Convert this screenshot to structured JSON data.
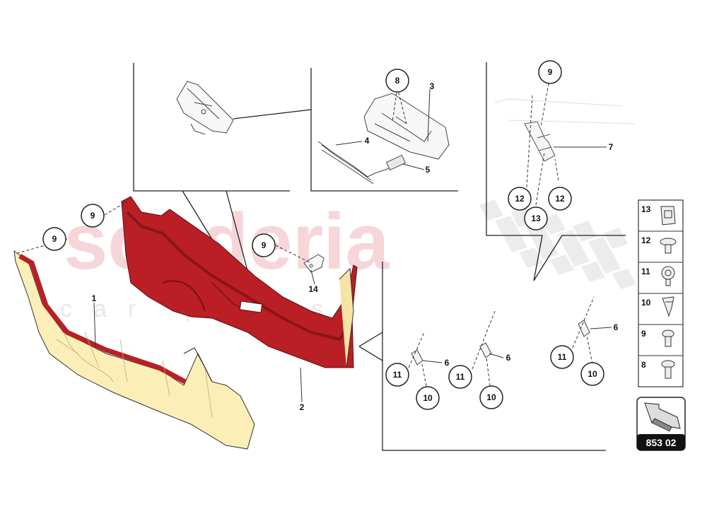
{
  "watermark": {
    "main": "scuderia",
    "sub": "car parts"
  },
  "diagram_code": "853 02",
  "callouts": {
    "c9_left": "9",
    "c9_top": "9",
    "c9_mid": "9",
    "c9_right": "9",
    "c8_inset": "8",
    "c12_a": "12",
    "c12_b": "12",
    "c13": "13",
    "c11_a": "11",
    "c11_b": "11",
    "c11_c": "11",
    "c10_a": "10",
    "c10_b": "10",
    "c10_c": "10"
  },
  "labels": {
    "l1": "1",
    "l2": "2",
    "l3": "3",
    "l4": "4",
    "l5": "5",
    "l6_a": "6",
    "l6_b": "6",
    "l6_c": "6",
    "l7": "7",
    "l14": "14"
  },
  "legend": [
    {
      "num": "13",
      "icon": "clip-nut-icon"
    },
    {
      "num": "12",
      "icon": "rivet-icon"
    },
    {
      "num": "11",
      "icon": "washer-screw-icon"
    },
    {
      "num": "10",
      "icon": "spring-clip-icon"
    },
    {
      "num": "9",
      "icon": "bolt-icon"
    },
    {
      "num": "8",
      "icon": "screw-icon"
    }
  ],
  "colors": {
    "trim_red": "#b91f24",
    "trim_red_dark": "#8a1519",
    "trim_yellow": "#fbefb7",
    "watermark_pink": "#f3c9cd"
  }
}
